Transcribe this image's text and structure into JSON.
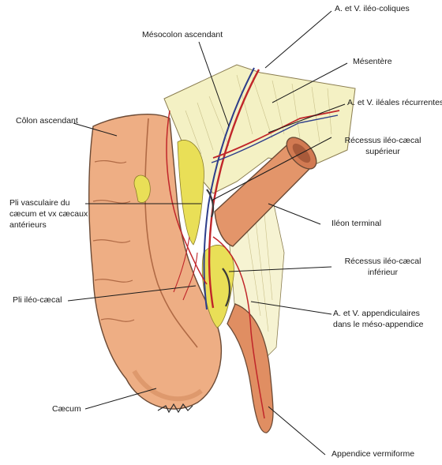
{
  "labels": {
    "ileo_coliques": "A. et V. iléo-coliques",
    "mesocolon": "Mésocolon ascendant",
    "mesentere": "Mésentère",
    "colon": "Côlon ascendant",
    "ileales": "A. et V. iléales récurrentes",
    "recessus_sup_1": "Récessus iléo-cæcal",
    "recessus_sup_2": "supérieur",
    "pli_vasc_1": "Pli vasculaire du",
    "pli_vasc_2": "cæcum et vx cæcaux",
    "pli_vasc_3": "antérieurs",
    "ileon": "Iléon terminal",
    "recessus_inf_1": "Récessus iléo-cæcal",
    "recessus_inf_2": "inférieur",
    "pli_ileo": "Pli iléo-cæcal",
    "appendiculaires_1": "A. et V. appendiculaires",
    "appendiculaires_2": "dans le méso-appendice",
    "caecum": "Cæcum",
    "appendice": "Appendice vermiforme"
  },
  "colors": {
    "colon": "#eeae84",
    "colon_shadow": "#d48a5e",
    "mesentery": "#f4f1c4",
    "fat": "#e9df57",
    "artery": "#c0262a",
    "vein": "#2d3d8a",
    "outline": "#6b4a35"
  }
}
